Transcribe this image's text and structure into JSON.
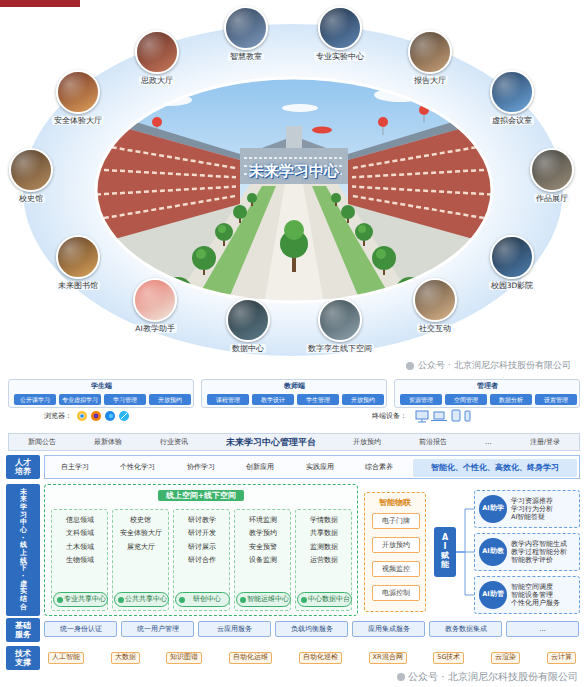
{
  "diagram": {
    "nodes": [
      {
        "text": [
          "智慧教室"
        ]
      },
      {
        "text": [
          "专业实验中心"
        ]
      },
      {
        "text": [
          "报告大厅"
        ]
      },
      {
        "text": [
          "虚拟会议室"
        ]
      },
      {
        "text": [
          "作品展厅"
        ]
      },
      {
        "text": [
          "校园3D影院"
        ]
      },
      {
        "text": [
          "社交互动"
        ]
      },
      {
        "text": [
          "数字孪生线下空间"
        ]
      },
      {
        "text": [
          "数据中心"
        ]
      },
      {
        "text": [
          "AI教学助手"
        ]
      },
      {
        "text": [
          "未来图书馆"
        ]
      },
      {
        "text": [
          "校史馆"
        ]
      },
      {
        "text": [
          "安全体验大厅"
        ]
      },
      {
        "text": [
          "思政大厅"
        ]
      },
      {
        "text": [
          "学生端"
        ]
      },
      {
        "text": [
          "公开课学习"
        ],
        "in": 14
      },
      {
        "text": [
          "专业虚拟学习"
        ],
        "in": 14
      },
      {
        "text": [
          "学习管理"
        ],
        "in": 14
      },
      {
        "text": [
          "开放预约"
        ],
        "in": 14
      },
      {
        "text": [
          "教师端"
        ]
      },
      {
        "text": [
          "课程管理"
        ],
        "in": 19
      },
      {
        "text": [
          "教学设计"
        ],
        "in": 19
      },
      {
        "text": [
          "学生管理"
        ],
        "in": 19
      },
      {
        "text": [
          "开放预约"
        ],
        "in": 19
      },
      {
        "text": [
          "管理者"
        ]
      },
      {
        "text": [
          "资源管理"
        ],
        "in": 24
      },
      {
        "text": [
          "空间管理"
        ],
        "in": 24
      },
      {
        "text": [
          "数据分析"
        ],
        "in": 24
      },
      {
        "text": [
          "设置管理"
        ],
        "in": 24
      },
      {
        "text": [
          "新闻公告",
          "最新体验",
          "行业资讯",
          "未来学习中心管理平台",
          "开放预约",
          "前沿报告",
          "...",
          "注册/登录"
        ]
      },
      {
        "text": [
          "人才培养"
        ]
      },
      {
        "text": [
          "自主学习",
          "个性化学习",
          "协作学习",
          "创新应用",
          "实践应用",
          "综合素养"
        ]
      },
      {
        "text": [
          "智能化、个性化、高效化、终身学习"
        ],
        "in": 31
      },
      {
        "text": [
          "未来学习中心·线上线下·虚实结合"
        ]
      },
      {
        "text": [
          "线上空间+线下空间"
        ]
      },
      {
        "text": [
          "信息领域",
          "文科领域",
          "土木领域",
          "生物领域"
        ],
        "in": 34
      },
      {
        "text": [
          "专业共享中心"
        ],
        "in": 35
      },
      {
        "text": [
          "校史馆",
          "安全体验大厅",
          "展览大厅"
        ],
        "in": 34
      },
      {
        "text": [
          "公共共享中心"
        ],
        "in": 37
      },
      {
        "text": [
          "研讨教学",
          "研讨开发",
          "研讨展示",
          "研讨合作"
        ],
        "in": 34
      },
      {
        "text": [
          "研创中心"
        ],
        "in": 39
      },
      {
        "text": [
          "环境监测",
          "教学预约",
          "安全预警",
          "设备监测"
        ],
        "in": 34
      },
      {
        "text": [
          "智能运维中心"
        ],
        "in": 41
      },
      {
        "text": [
          "学情数据",
          "共享数据",
          "监测数据",
          "运营数据"
        ],
        "in": 34
      },
      {
        "text": [
          "中心数据中台"
        ],
        "in": 43
      },
      {
        "text": [
          "智能物联"
        ]
      },
      {
        "text": [
          "电子门牌"
        ],
        "in": 45
      },
      {
        "text": [
          "开放预约"
        ],
        "in": 45
      },
      {
        "text": [
          "视频监控"
        ],
        "in": 45
      },
      {
        "text": [
          "电源控制"
        ],
        "in": 45
      },
      {
        "text": [
          "AI赋能"
        ]
      },
      {
        "text": [
          "AI助学",
          "学习资源推荐 学习行为分析 AI智能答疑"
        ]
      },
      {
        "text": [
          "AI助教",
          "教学内容智能生成 教学过程智能分析 智能教学评价"
        ]
      },
      {
        "text": [
          "AI助管",
          "智能空间调度 智能设备管理 个性化用户服务"
        ]
      },
      {
        "text": [
          "基础服务"
        ]
      },
      {
        "text": [
          "统一身份认证"
        ]
      },
      {
        "text": [
          "统一用户管理"
        ]
      },
      {
        "text": [
          "云应用服务"
        ]
      },
      {
        "text": [
          "负载均衡服务"
        ]
      },
      {
        "text": [
          "应用集成服务"
        ]
      },
      {
        "text": [
          "教务数据集成"
        ]
      },
      {
        "text": [
          "..."
        ]
      },
      {
        "text": [
          "技术支撑"
        ]
      },
      {
        "text": [
          "人工智能",
          "大数据",
          "知识图谱",
          "自动化运维",
          "自动化巡检",
          "XR混合网",
          "5G技术",
          "云渲染",
          "云计算"
        ]
      }
    ],
    "edges": [
      {
        "from": 50,
        "to": 51,
        "arrow": "none"
      },
      {
        "from": 50,
        "to": 52,
        "arrow": "none"
      },
      {
        "from": 50,
        "to": 53,
        "arrow": "none"
      }
    ],
    "labels": [
      "未来学习中心",
      "浏览器：",
      "终端设备：",
      "公众号 · 北京润尼尔科技股份有限公司",
      "公众号 · 北京润尼尔科技股份有限公司"
    ]
  }
}
